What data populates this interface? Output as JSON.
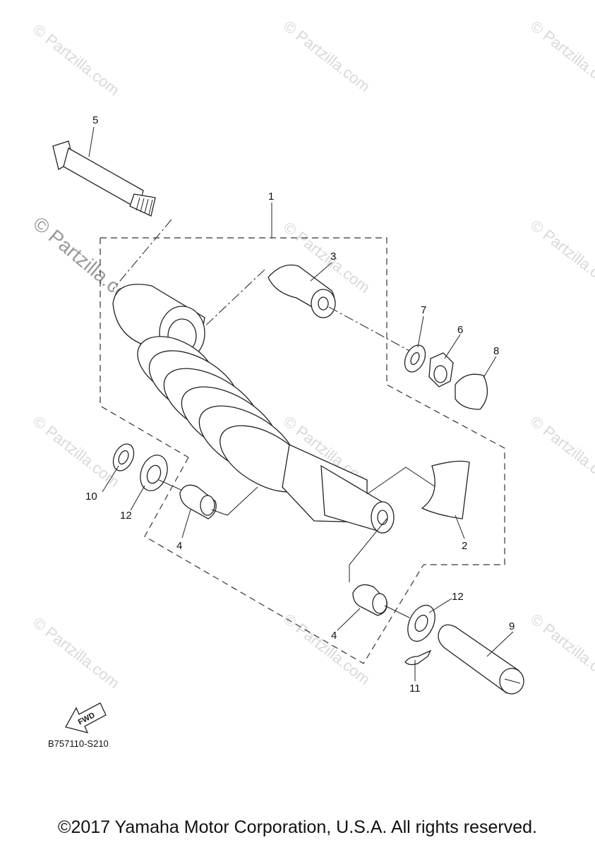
{
  "watermarks": {
    "text": "© Partzilla.com"
  },
  "callouts": [
    "1",
    "2",
    "3",
    "4",
    "4",
    "5",
    "6",
    "7",
    "8",
    "9",
    "10",
    "11",
    "12",
    "12"
  ],
  "fwd_label": "FWD",
  "diagram_code": "B757110-S210",
  "copyright": "©2017 Yamaha Motor Corporation, U.S.A. All rights reserved."
}
